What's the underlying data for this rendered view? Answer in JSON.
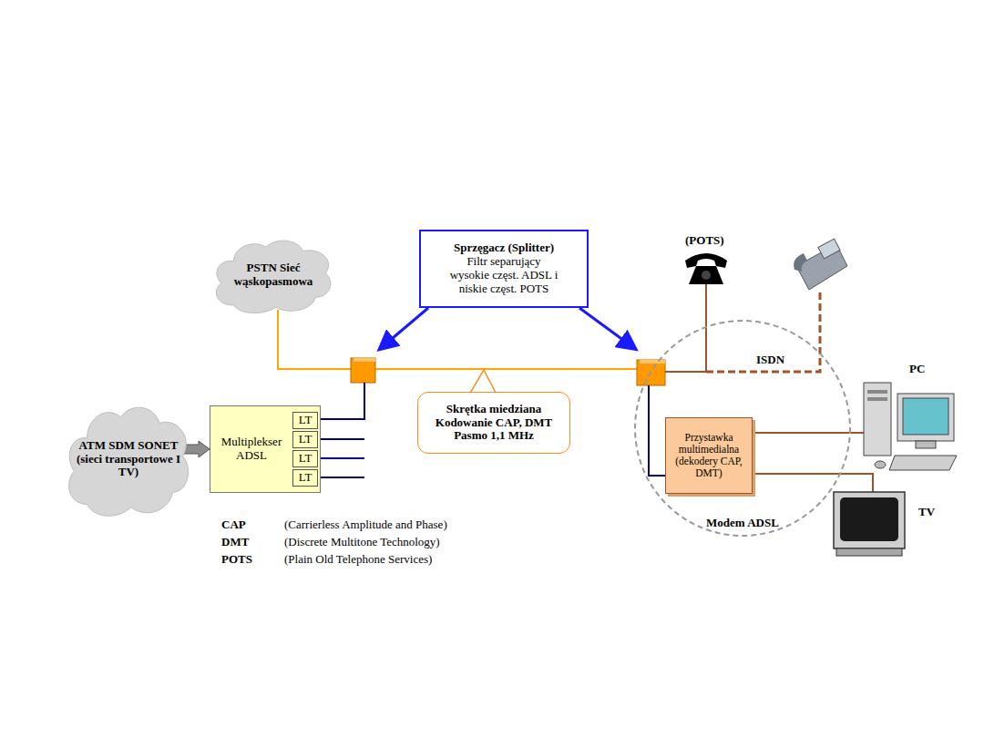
{
  "diagram": {
    "nodes": [
      {
        "text": [
          "PSTN Sieć wąskopasmowa"
        ]
      },
      {
        "text": [
          "Sprzęgacz (Splitter)",
          "Filtr separujący wysokie częst. ADSL i niskie częst. POTS"
        ]
      },
      {
        "text": [
          "ATM SDM SONET (sieci transportowe I TV)"
        ]
      },
      {
        "text": [
          "Multiplekser ADSL"
        ]
      },
      {
        "text": [
          "LT"
        ],
        "in": 3
      },
      {
        "text": [
          "LT"
        ],
        "in": 3
      },
      {
        "text": [
          "LT"
        ],
        "in": 3
      },
      {
        "text": [
          "LT"
        ],
        "in": 3
      },
      {
        "text": [
          "Skrętka miedziana Kodowanie CAP, DMT Pasmo 1,1 MHz"
        ]
      },
      {
        "text": [
          "Modem ADSL"
        ]
      },
      {
        "text": [
          "Przystawka multimedialna (dekodery CAP, DMT)"
        ],
        "in": 9
      }
    ],
    "edges": [
      {
        "from": 2,
        "to": 3,
        "arrow": "to"
      }
    ],
    "labels": [
      "(POTS)",
      "ISDN",
      "PC",
      "TV",
      "CAP",
      "(Carrierless Amplitude and Phase)",
      "DMT",
      "(Discrete Multitone Technology)",
      "POTS",
      "(Plain Old Telephone Services)"
    ]
  }
}
